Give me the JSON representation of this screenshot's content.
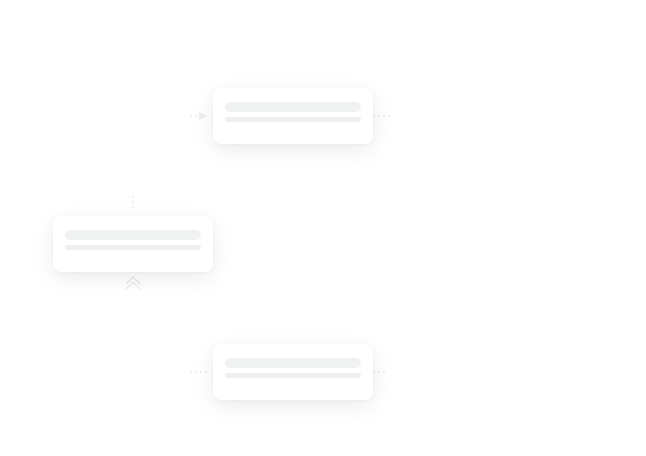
{
  "diagram": {
    "type": "flow",
    "nodes": [
      {
        "id": "node-top",
        "title": "",
        "subtitle": ""
      },
      {
        "id": "node-left",
        "title": "",
        "subtitle": ""
      },
      {
        "id": "node-bottom",
        "title": "",
        "subtitle": ""
      }
    ],
    "colors": {
      "background": "#ffffff",
      "card": "#ffffff",
      "placeholder_bar": "#f1f2f2",
      "connector": "#e6e8e8"
    }
  }
}
